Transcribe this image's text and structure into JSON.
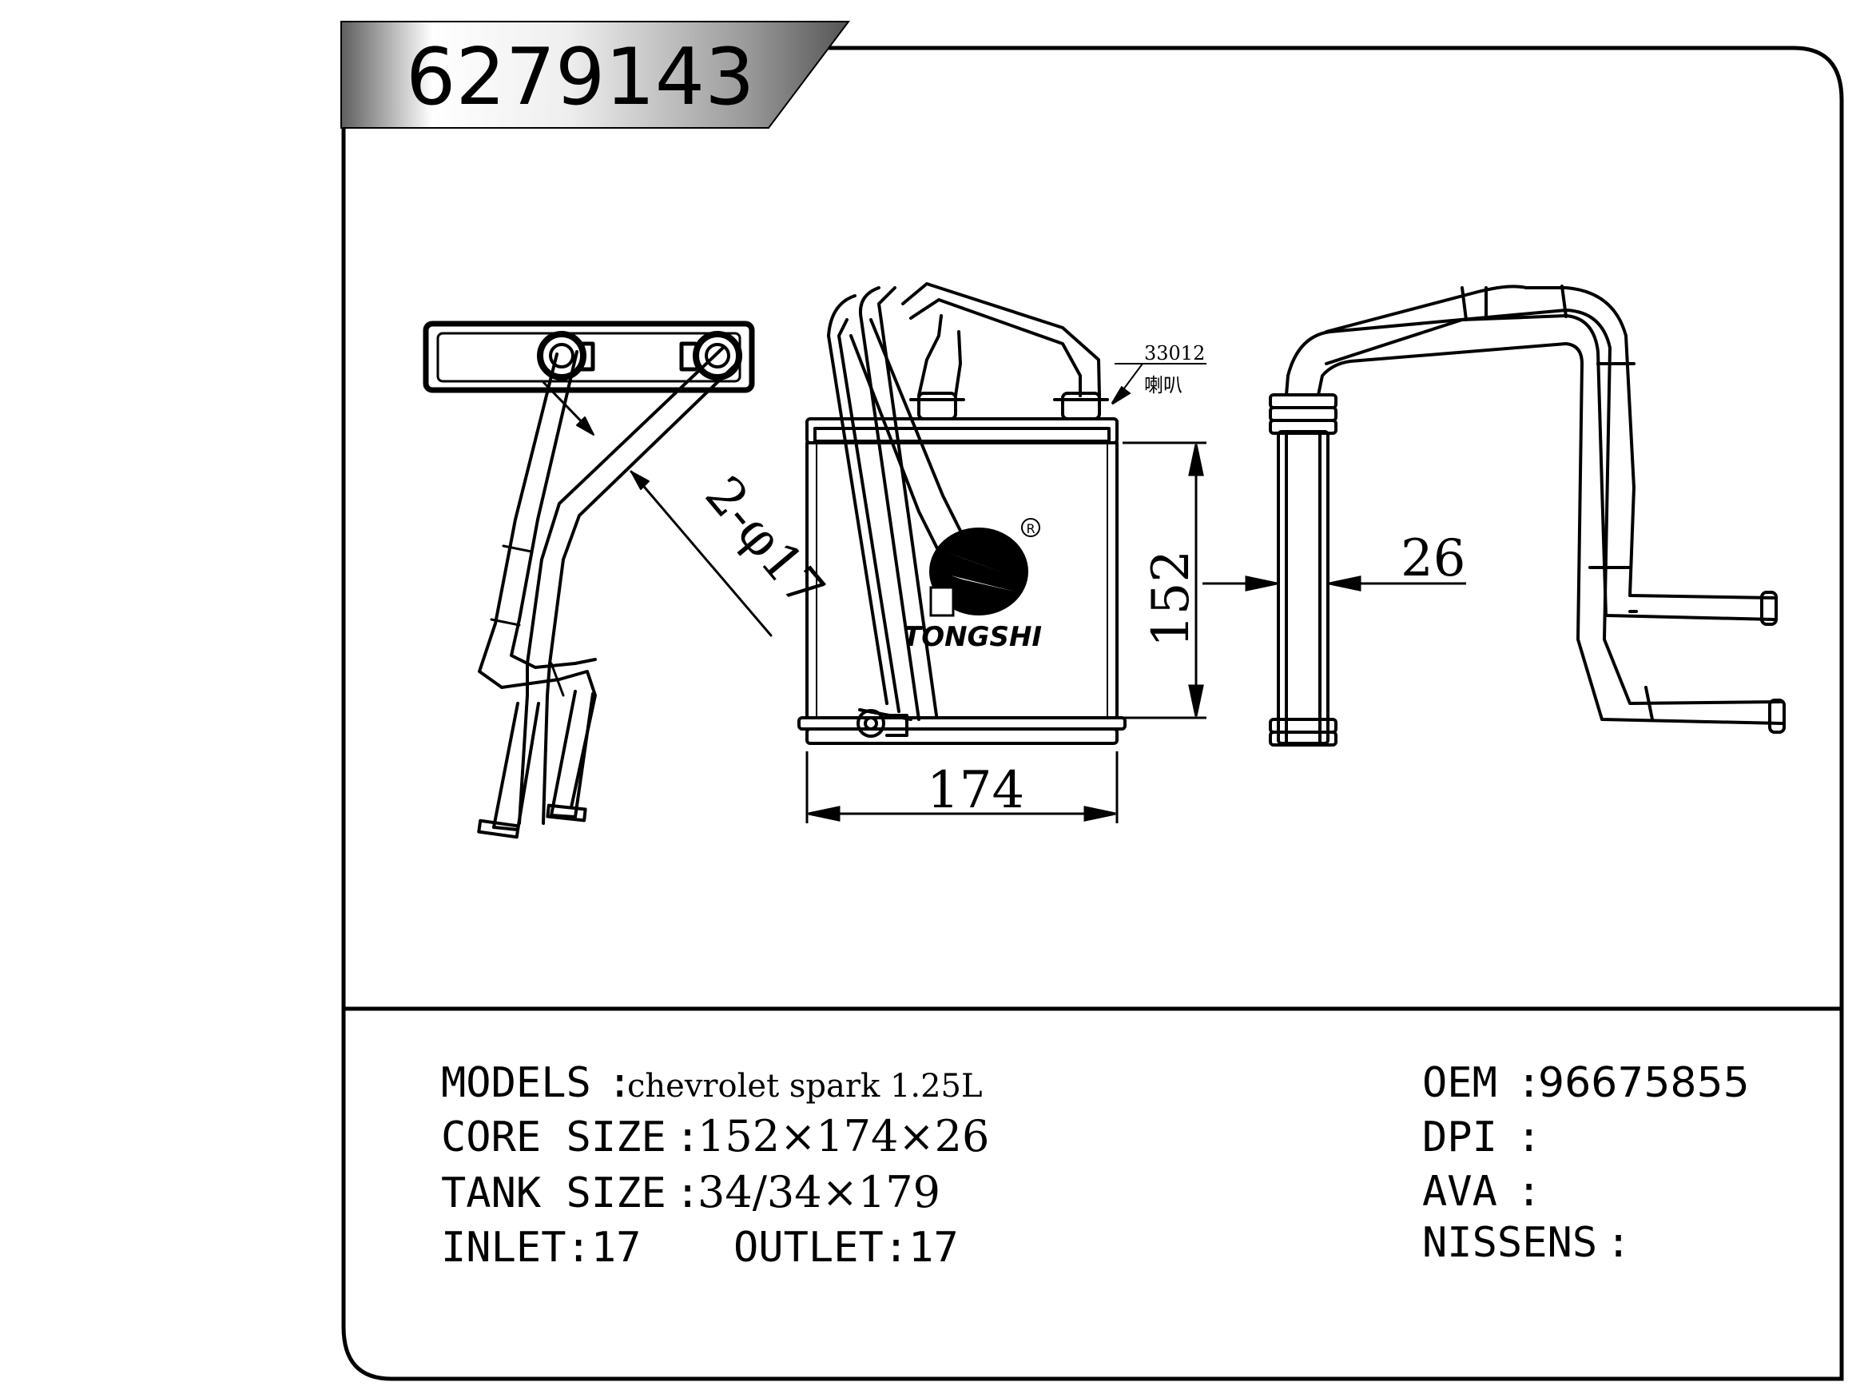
{
  "part_number": "6279143",
  "drawing": {
    "port_note_code": "33012",
    "port_note_text": "喇叭",
    "pipe_label": "2-φ17",
    "dim_width": "174",
    "dim_height": "152",
    "dim_depth": "26",
    "brand": "TONGSHI",
    "registered_mark": "R"
  },
  "specs": {
    "models_label": "MODELS",
    "models_sep": ":",
    "models_value": "chevrolet spark 1.25L",
    "core_label": "CORE SIZE",
    "core_sep": ":",
    "core_value": "152×174×26",
    "tank_label": "TANK SIZE",
    "tank_sep": ":",
    "tank_value": "34/34×179",
    "inlet_text": "INLET:17",
    "outlet_text": "OUTLET:17",
    "oem_label": "OEM",
    "oem_sep": ":",
    "oem_value": "96675855",
    "dpi_label": "DPI",
    "dpi_sep": ":",
    "ava_label": "AVA",
    "ava_sep": ":",
    "nissens_label": "NISSENS",
    "nissens_sep": ":"
  }
}
